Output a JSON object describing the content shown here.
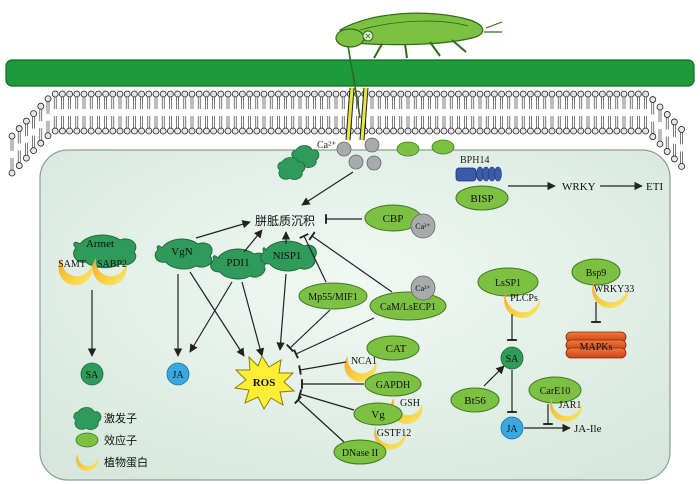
{
  "nodes": {
    "ca2_top": "Ca²⁺",
    "bph14": "BPH14",
    "bisp": "BISP",
    "wrky": "WRKY",
    "eti": "ETI",
    "callose": "胼胝质沉积",
    "cbp": "CBP",
    "ca_cbp": "Ca²⁺",
    "armet": "Armet",
    "samt": "SAMT",
    "sabp2": "SABP2",
    "vgn": "VgN",
    "pdi1": "PDI1",
    "nlsp1": "NlSP1",
    "mp55": "Mp55/MIF1",
    "cam": "CaM/LsECP1",
    "ca_cam": "Ca²⁺",
    "cat": "CAT",
    "nca1": "NCA1",
    "gapdh": "GAPDH",
    "gsh": "GSH",
    "vg": "Vg",
    "gstf12": "GSTF12",
    "dnase": "DNase II",
    "ros": "ROS",
    "sa_left": "SA",
    "ja_left": "JA",
    "lssp1": "LsSP1",
    "plcps": "PLCPs",
    "bsp9": "Bsp9",
    "wrky33": "WRKY33",
    "mapks": "MAPKs",
    "sa_right": "SA",
    "bt56": "Bt56",
    "care10": "CarE10",
    "jar1": "JAR1",
    "ja_right": "JA",
    "ja_ile": "JA-Ile"
  },
  "legend": {
    "elicitor": "激发子",
    "effector": "效应子",
    "plant_protein": "植物蛋白"
  },
  "colors": {
    "effector_green": "#7cc142",
    "elicitor_green": "#2f9a5a",
    "cell_wall": "#1f9a3a",
    "cell_fill": "#e3efe8",
    "channel_yellow": "#e8e83a",
    "ros_yellow": "#ffee33",
    "hormone_blue": "#3aa8e0",
    "mapk_orange": "#e25a22",
    "receptor_blue": "#3b5ba8",
    "insect_green": "#7cc142"
  }
}
